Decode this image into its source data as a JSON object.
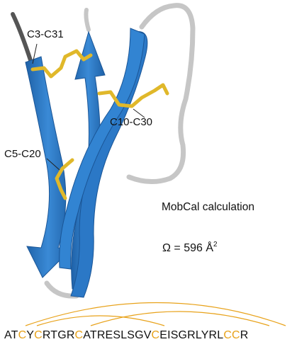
{
  "labels": {
    "bond1": "C3-C31",
    "bond2": "C10-C30",
    "bond3": "C5-C20",
    "calc_title": "MobCal calculation",
    "omega_symbol": "Ω",
    "omega_equals": " = 596 Å",
    "omega_exponent": "2"
  },
  "sequence": {
    "text": "ATCYCRTGRCATRESLSGVCEISGRLYRLCCR",
    "cysteine_positions": [
      3,
      5,
      10,
      20,
      30,
      31
    ],
    "cysteine_color": "#e8a21a",
    "residue_color": "#111111"
  },
  "colors": {
    "strand": "#2f7cc9",
    "strand_dark": "#1d5fa3",
    "loop": "#c8c8c8",
    "tail": "#555555",
    "disulfide": "#e0b82a",
    "arc": "#e8a21a"
  }
}
